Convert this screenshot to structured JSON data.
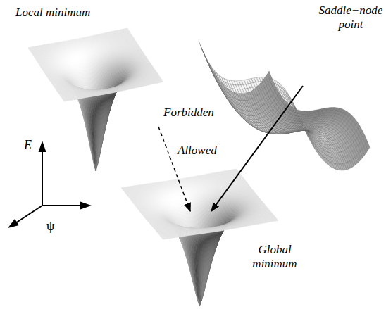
{
  "diagram": {
    "nodes": [
      {
        "text": [
          "Local minimum"
        ]
      },
      {
        "text": [
          "Saddle−node point"
        ]
      },
      {
        "text": [
          "Global minimum"
        ]
      }
    ],
    "edges": [
      {
        "from": 0,
        "to": 2,
        "arrow": "to",
        "label": "Forbidden"
      },
      {
        "from": 1,
        "to": 2,
        "arrow": "to",
        "label": "Allowed"
      }
    ],
    "labels": [
      "E",
      "ψ"
    ]
  }
}
